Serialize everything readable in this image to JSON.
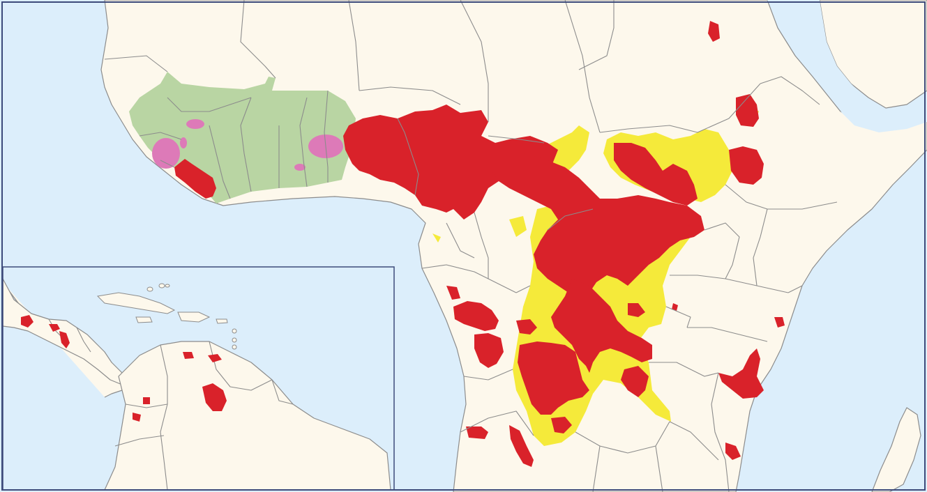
{
  "map": {
    "colors": {
      "ocean": "#dceefb",
      "land": "#fdf8ec",
      "border": "#8c8c8c",
      "frame": "#3c4a7a",
      "region_red": "#d9222a",
      "region_yellow": "#f5ea3a",
      "region_green": "#b9d5a3",
      "region_pink": "#dd7ab8"
    },
    "layers": [
      {
        "id": "red",
        "description_color": "red"
      },
      {
        "id": "yellow",
        "description_color": "yellow"
      },
      {
        "id": "green",
        "description_color": "green"
      },
      {
        "id": "pink",
        "description_color": "pink"
      }
    ],
    "inset": {
      "present": true
    }
  }
}
